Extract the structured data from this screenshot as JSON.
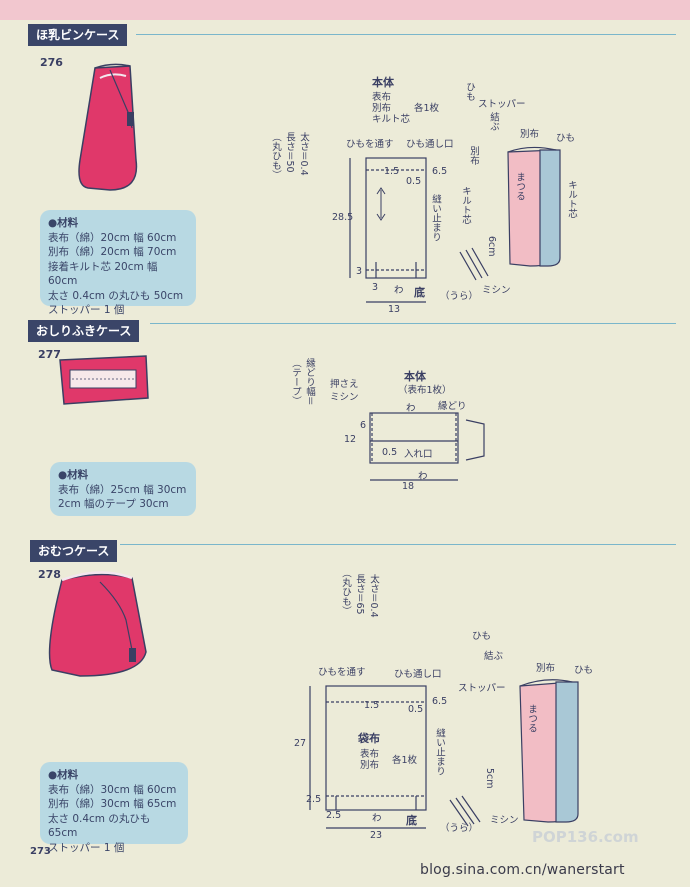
{
  "sections": [
    {
      "title": "ほ乳ビンケース",
      "number": "276",
      "materials": {
        "heading": "●材料",
        "lines": [
          "表布（綿）20cm 幅 60cm",
          "別布（綿）20cm 幅 70cm",
          "接着キルト芯 20cm 幅 60cm",
          "太さ 0.4cm の丸ひも 50cm",
          "ストッパー 1 個"
        ]
      },
      "diagram": {
        "part_title": "本体",
        "part_sub": [
          "表布",
          "別布",
          "キルト芯"
        ],
        "part_count": "各1枚",
        "cord_label": "（丸ひも）",
        "cord_thick": "太さ＝0.4",
        "cord_len": "長さ＝50",
        "through": "ひもを通す",
        "opening": "ひも通し口",
        "d1_5": "1.5",
        "d0_5": "0.5",
        "d6_5": "6.5",
        "height": "28.5",
        "stop": "縫い止まり",
        "d3a": "3",
        "d3b": "3",
        "wa": "わ",
        "bottom": "底",
        "width": "13",
        "himo": "ひも",
        "stopper": "ストッパー",
        "musubu": "結ぶ",
        "betsu": "別布",
        "himo2": "ひも",
        "betsu2": "別布",
        "quilt": "キルト芯",
        "quilt2": "キルト芯",
        "matsuru": "まつる",
        "d6cm": "6cm",
        "ura": "（うら）",
        "mishin": "ミシン"
      }
    },
    {
      "title": "おしりふきケース",
      "number": "277",
      "materials": {
        "heading": "●材料",
        "lines": [
          "表布（綿）25cm 幅 30cm",
          "2cm 幅のテープ 30cm"
        ]
      },
      "diagram": {
        "tape": "（テープ）",
        "tape2": "縁どり幅＝",
        "press": "押さえ",
        "mishin": "ミシン",
        "part_title": "本体",
        "part_sub": "（表布1枚）",
        "wa_top": "わ",
        "edge": "縁どり",
        "d6": "6",
        "d12": "12",
        "d0_5": "0.5",
        "entry": "入れ口",
        "wa_bottom": "わ",
        "width": "18"
      }
    },
    {
      "title": "おむつケース",
      "number": "278",
      "materials": {
        "heading": "●材料",
        "lines": [
          "表布（綿）30cm 幅 60cm",
          "別布（綿）30cm 幅 65cm",
          "太さ 0.4cm の丸ひも 65cm",
          "ストッパー 1 個"
        ]
      },
      "diagram": {
        "cord_label": "（丸ひも）",
        "cord_thick": "太さ＝0.4",
        "cord_len": "長さ＝65",
        "through": "ひもを通す",
        "opening": "ひも通し口",
        "d1_5": "1.5",
        "d0_5": "0.5",
        "d6_5": "6.5",
        "height": "27",
        "part_title": "袋布",
        "part_sub": [
          "表布",
          "別布"
        ],
        "part_count": "各1枚",
        "stop": "縫い止まり",
        "d2_5a": "2.5",
        "d2_5b": "2.5",
        "wa": "わ",
        "bottom": "底",
        "width": "23",
        "himo": "ひも",
        "musubu": "結ぶ",
        "stopper": "ストッパー",
        "betsu": "別布",
        "himo2": "ひも",
        "matsuru": "まつる",
        "d5cm": "5cm",
        "ura": "（うら）",
        "mishin": "ミシン"
      }
    }
  ],
  "page_number": "273",
  "credit_url": "blog.sina.com.cn/wanerstart",
  "watermark": "POP136.com",
  "colors": {
    "pink": "#e0386a",
    "header": "#3a4568",
    "box": "#b8d9e3",
    "rule": "#7ab6cb"
  }
}
